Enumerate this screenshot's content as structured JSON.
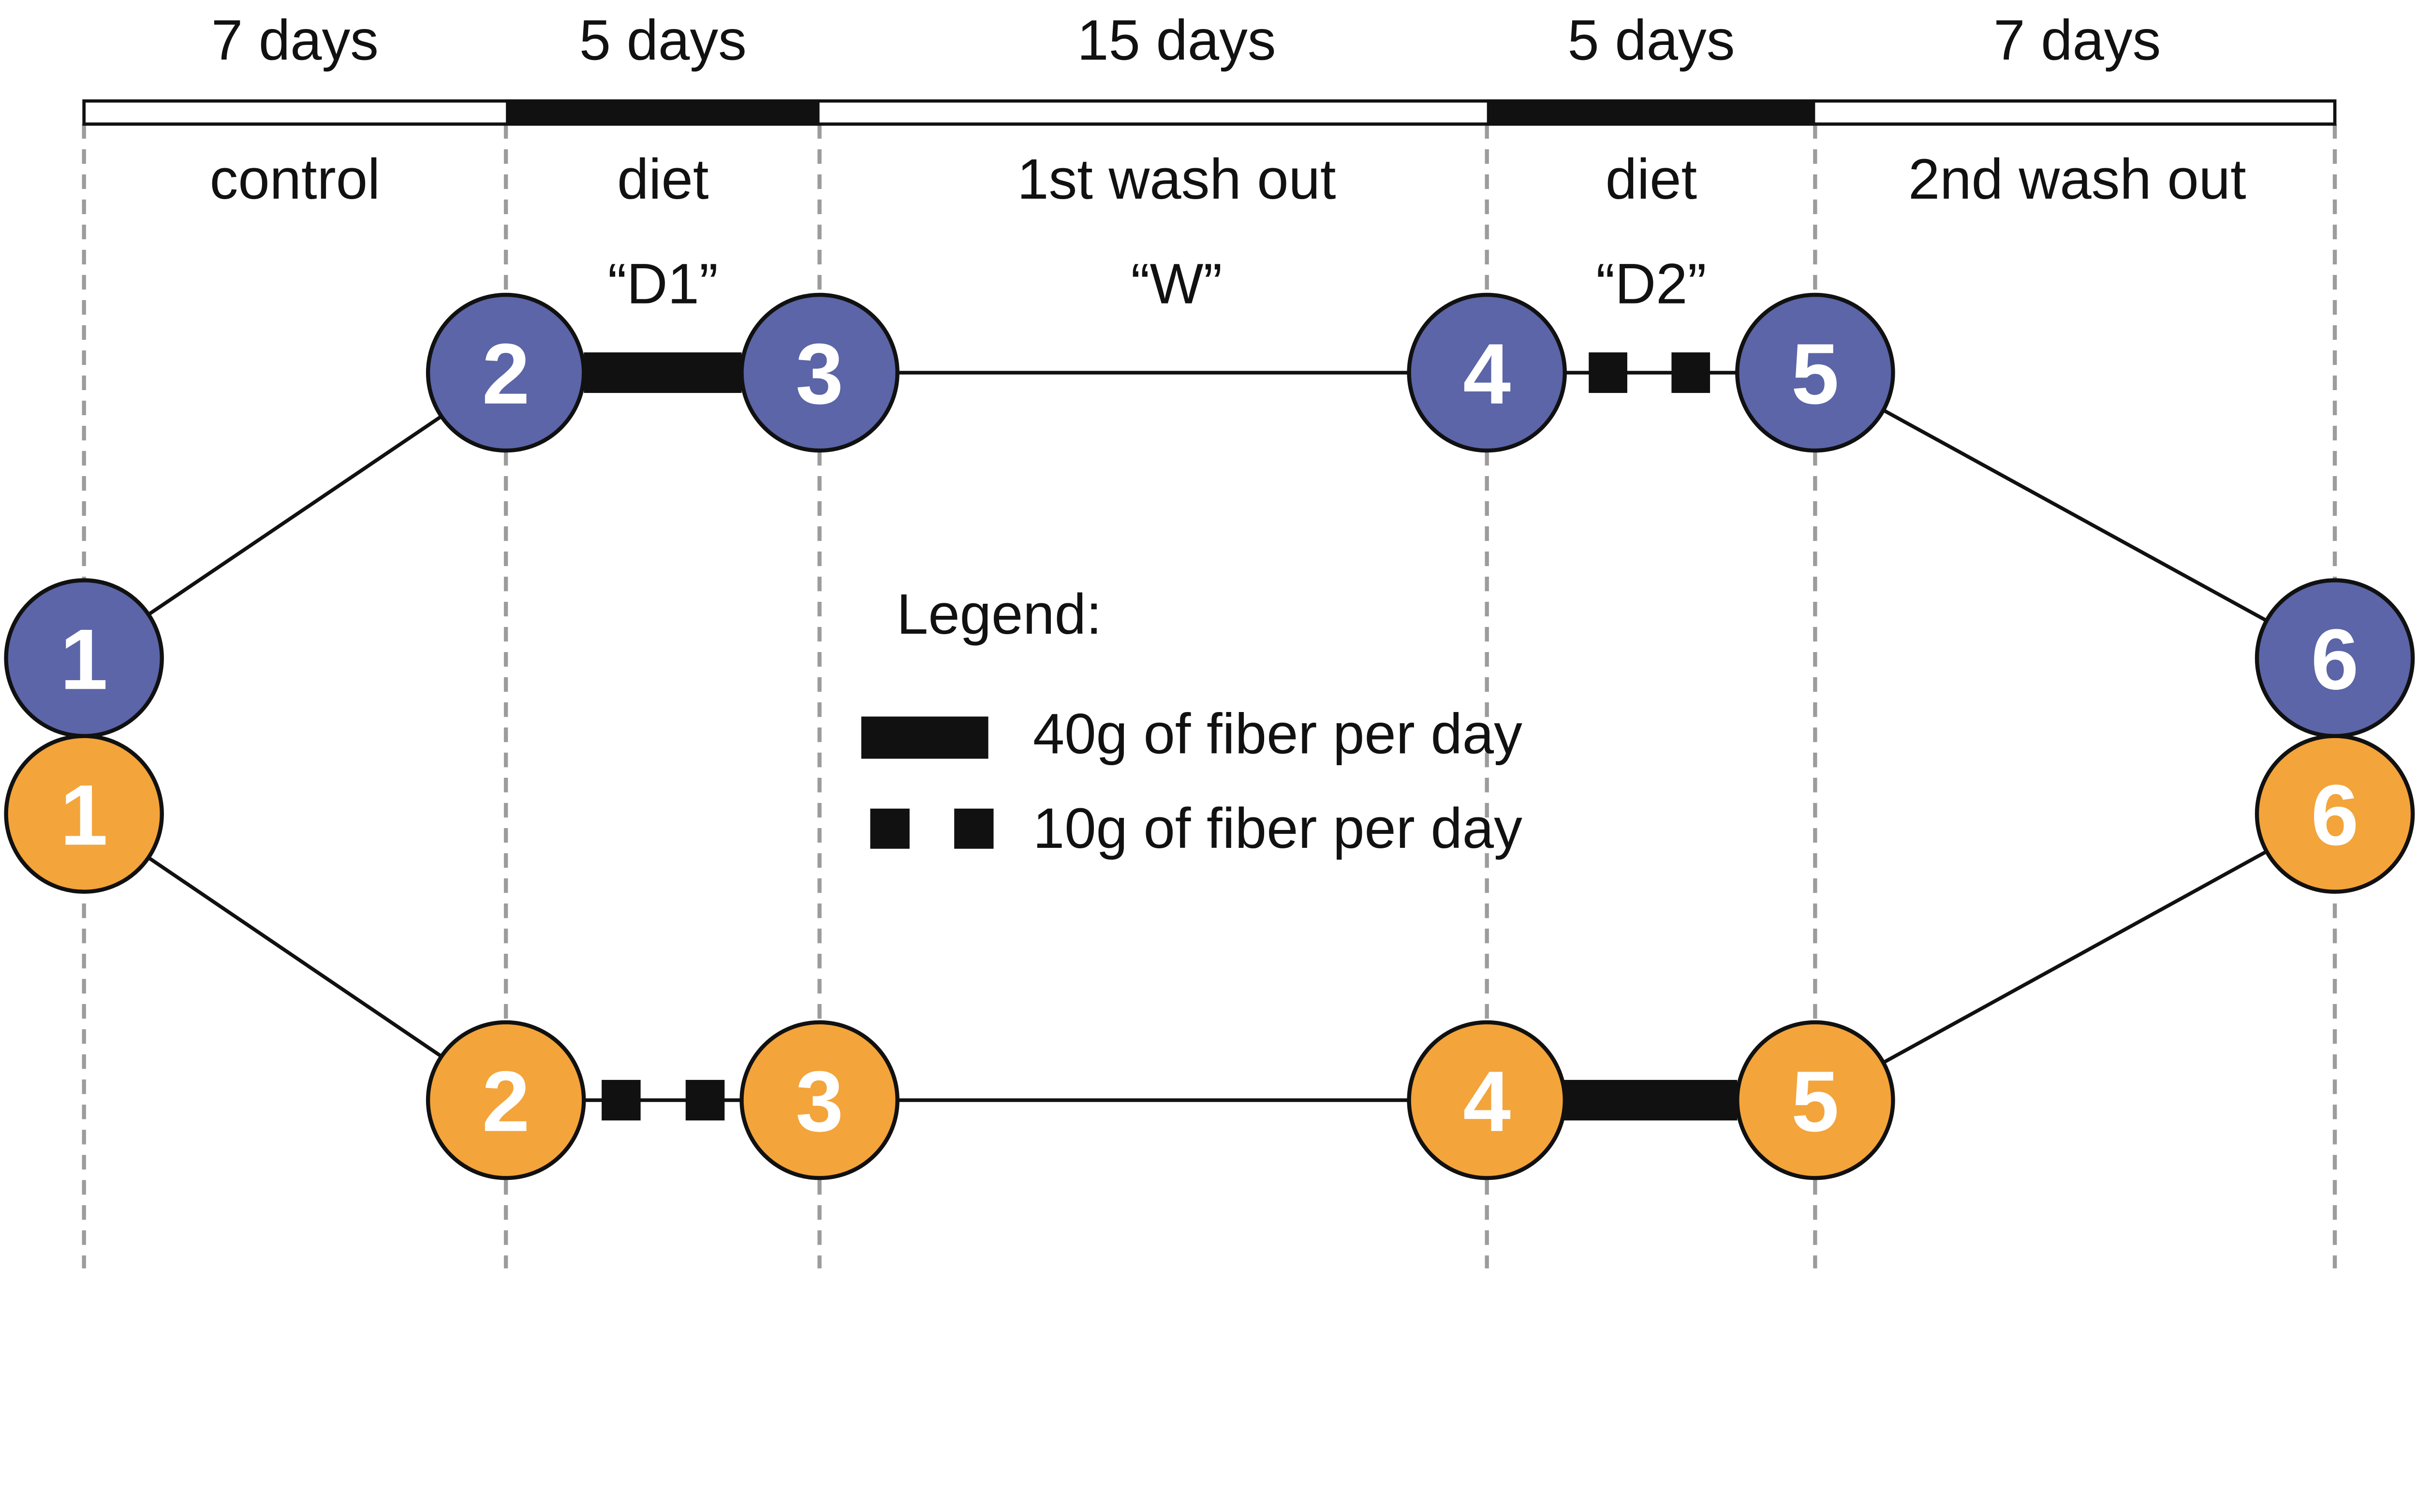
{
  "timeline": {
    "segments": [
      {
        "duration": "7 days",
        "phase": "control",
        "code": ""
      },
      {
        "duration": "5 days",
        "phase": "diet",
        "code": "“D1”"
      },
      {
        "duration": "15 days",
        "phase": "1st wash out",
        "code": "“W”"
      },
      {
        "duration": "5 days",
        "phase": "diet",
        "code": "“D2”"
      },
      {
        "duration": "7 days",
        "phase": "2nd wash out",
        "code": ""
      }
    ]
  },
  "legend": {
    "title": "Legend:",
    "items": [
      {
        "swatch": "solid-bar",
        "label": "40g of fiber per day"
      },
      {
        "swatch": "dashed-squares",
        "label": "10g of fiber per day"
      }
    ]
  },
  "arms": {
    "blue": {
      "color": "#5B65A7",
      "nodes": [
        "1",
        "2",
        "3",
        "4",
        "5",
        "6"
      ]
    },
    "orange": {
      "color": "#F3A43A",
      "nodes": [
        "1",
        "2",
        "3",
        "4",
        "5",
        "6"
      ]
    }
  },
  "colors": {
    "outline": "#111111",
    "dashed_guide": "#9C9C9C",
    "bar_fill": "#111111",
    "background": "#FFFFFF",
    "number_text": "#FFFFFF"
  }
}
